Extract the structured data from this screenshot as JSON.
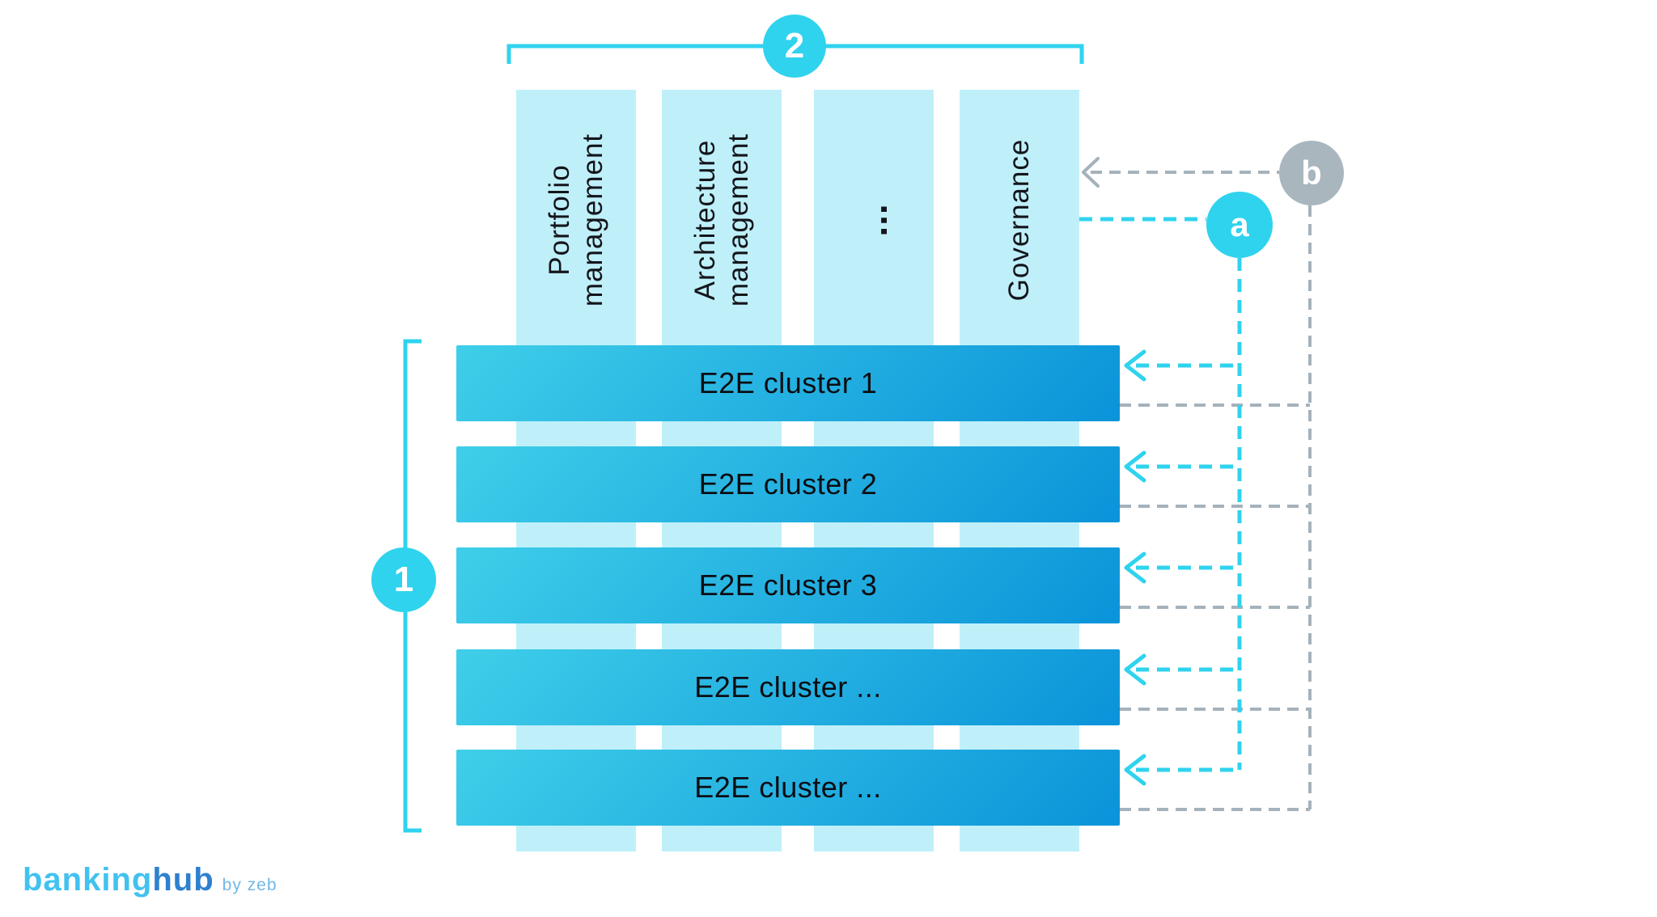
{
  "diagram": {
    "columns": [
      {
        "label": "Portfolio\nmanagement"
      },
      {
        "label": "Architecture\nmanagement"
      },
      {
        "label": "..."
      },
      {
        "label": "Governance"
      }
    ],
    "clusters": [
      "E2E cluster 1",
      "E2E cluster 2",
      "E2E cluster 3",
      "E2E cluster ...",
      "E2E cluster ..."
    ],
    "markers": {
      "group_rows": "1",
      "group_columns": "2",
      "link_a": "a",
      "link_b": "b"
    },
    "colors": {
      "accent_cyan": "#2fd3ee",
      "column_fill": "#bff0f9",
      "bar_gradient_start": "#3fcfe9",
      "bar_gradient_end": "#0a93d9",
      "connector_gray": "#a5b2bb",
      "marker_b_fill": "#a9b6be",
      "bar_text": "#0b0d12"
    }
  },
  "logo": {
    "part1": "banking",
    "part2": "hub",
    "suffix": "by zeb"
  }
}
